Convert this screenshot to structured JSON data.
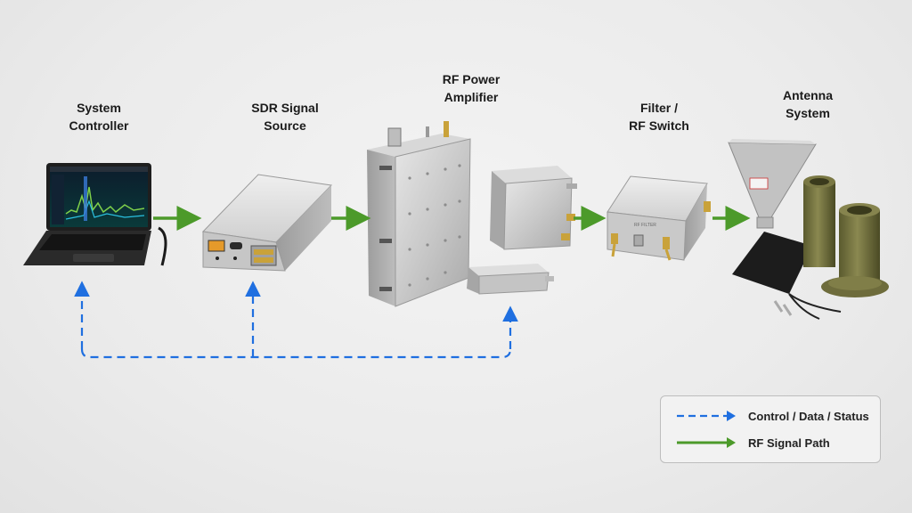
{
  "stages": [
    {
      "label": "System\nController"
    },
    {
      "label": "SDR Signal\nSource"
    },
    {
      "label": "RF Power\nAmplifier"
    },
    {
      "label": "Filter /\nRF Switch"
    },
    {
      "label": "Antenna\nSystem"
    }
  ],
  "legend": {
    "control_label": "Control / Data / Status",
    "rf_label": "RF Signal Path"
  },
  "colors": {
    "rf_path": "#4c9a2a",
    "control_path": "#1f6fe0"
  }
}
